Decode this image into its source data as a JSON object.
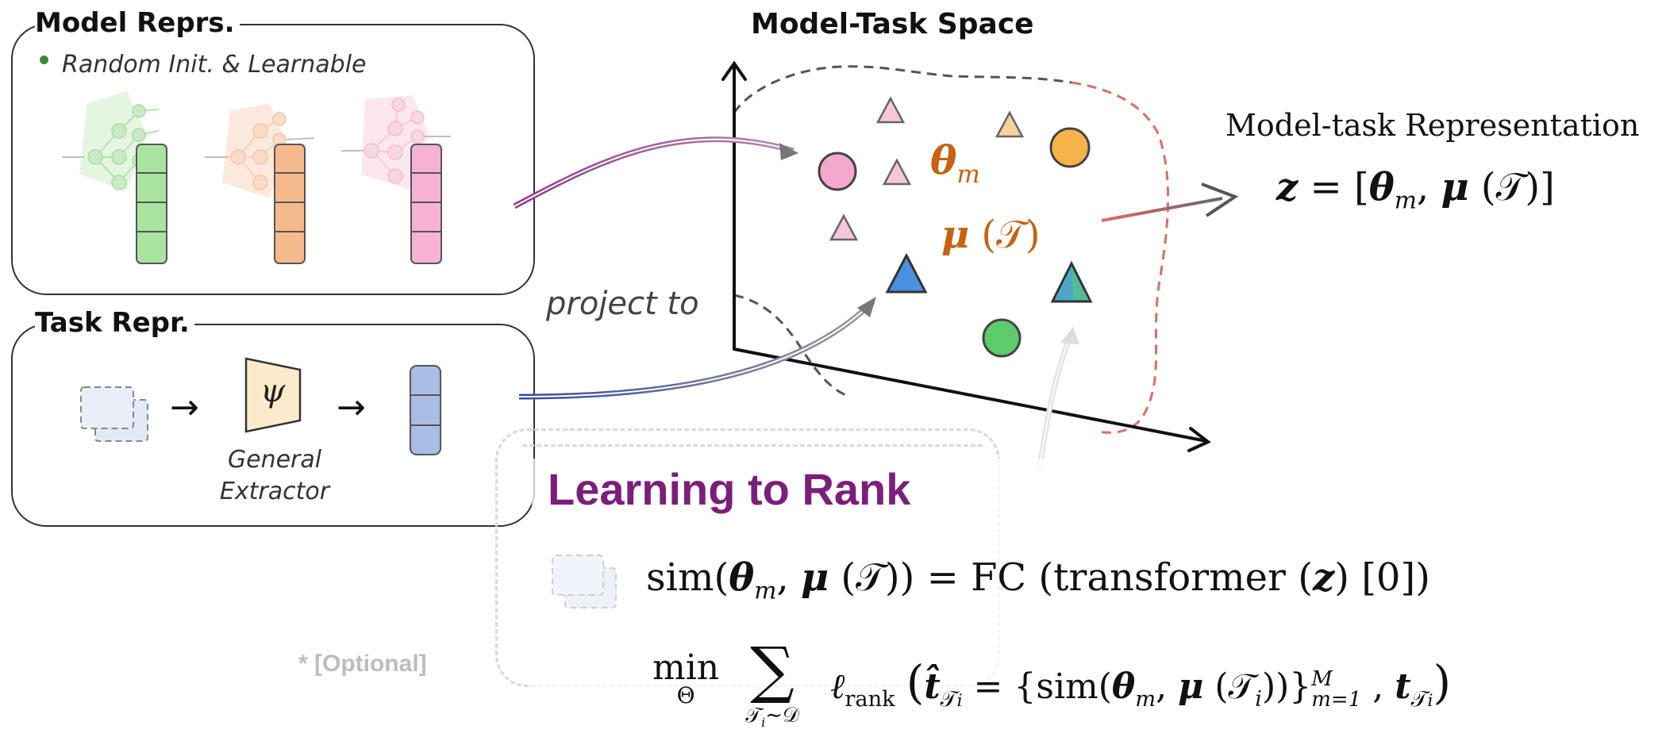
{
  "model_panel": {
    "title": "Model Reprs.",
    "note": "Random Init. & Learnable",
    "bullet_color": "#3a8a3a",
    "columns": [
      {
        "color": "#a8e4a0",
        "net_color": "#cfeec9"
      },
      {
        "color": "#f6b98c",
        "net_color": "#f9dcc8"
      },
      {
        "color": "#f5b2d2",
        "net_color": "#f9d6e6"
      }
    ]
  },
  "task_panel": {
    "title": "Task Repr.",
    "extractor_symbol": "ψ",
    "extractor_label_line1": "General",
    "extractor_label_line2": "Extractor",
    "arrow_glyph": "→",
    "vector_color": "#a9bde6"
  },
  "space": {
    "title": "Model-Task Space",
    "theta_label_base": "θ",
    "theta_label_sub": "m",
    "mu_label": "μ",
    "mu_arg": "𝒯",
    "project_label": "project to"
  },
  "representation": {
    "label": "Model-task Representation",
    "z": "z",
    "eq": "= [",
    "theta": "θ",
    "theta_sub": "m",
    "comma": ",",
    "mu": "μ",
    "T": "𝒯",
    "close": ")]"
  },
  "ltr": {
    "title": "Learning to Rank",
    "optional": "* [Optional]",
    "eq1": {
      "sim": "sim(",
      "theta": "θ",
      "theta_sub": "m",
      "comma": ", ",
      "mu": "μ",
      "T": "𝒯",
      "rhs": ")) = FC (transformer (",
      "z": "z",
      "tail": ") [0])"
    },
    "eq2": {
      "min": "min",
      "min_sub": "Θ",
      "sum": "∑",
      "sum_sub_T": "𝒯",
      "sum_sub_i": "i",
      "sum_sub_rest": "∼𝒟",
      "ell": "ℓ",
      "ell_sub": "rank",
      "open": "(",
      "that": "t̂",
      "T": "𝒯",
      "i": "i",
      "eqset": " = {sim(",
      "theta": "θ",
      "theta_sub": "m",
      "comma": ", ",
      "mu": "μ",
      "paren": " (",
      "close_in": "))}",
      "sup": "M",
      "sub": "m=1",
      "comma2": " , ",
      "t": "t",
      "close": ")"
    }
  },
  "colors": {
    "pink": "#f5a8cd",
    "orange": "#f8b24a",
    "green": "#5ccc6c",
    "blue_tri": "#4a90e2",
    "teal_tri": "#53c08a",
    "accent_orange": "#c8620e",
    "purple_title": "#7b1f7a"
  }
}
